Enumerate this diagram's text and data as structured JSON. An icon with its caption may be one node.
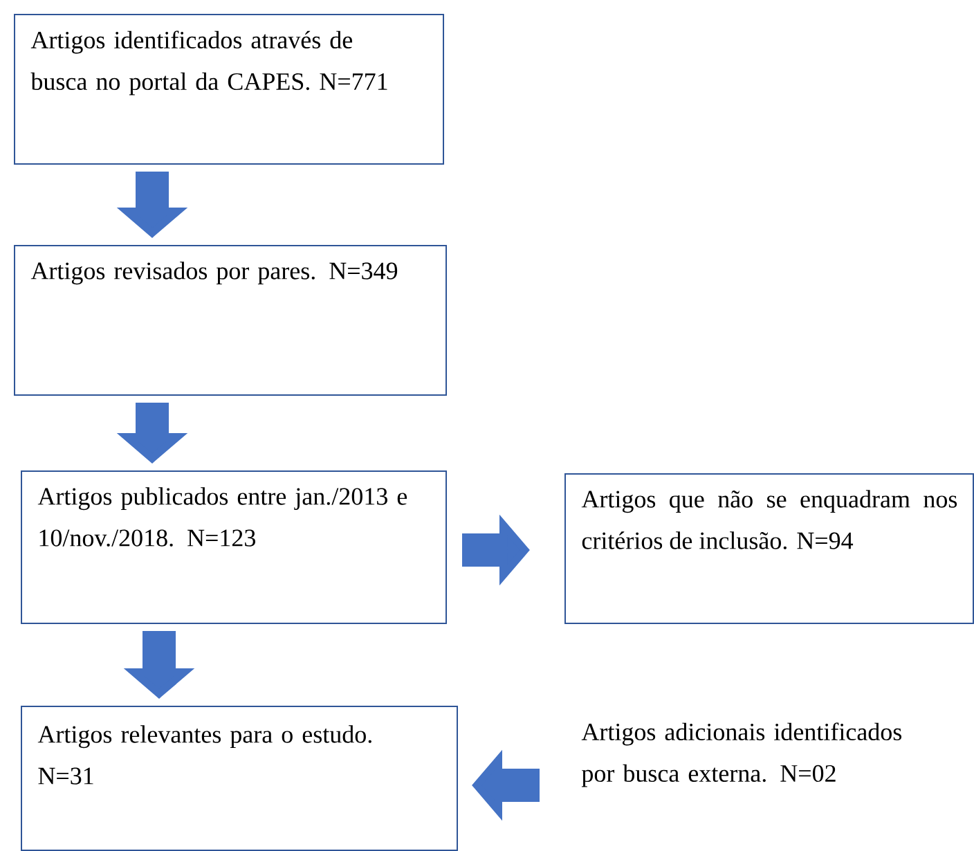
{
  "diagram": {
    "nodes": [
      {
        "text": [
          "Artigos identificados através de busca no portal da CAPES. N=771"
        ]
      },
      {
        "text": [
          "Artigos revisados por pares. N=349"
        ]
      },
      {
        "text": [
          "Artigos publicados entre jan./2013 e 10/nov./2018. N=123"
        ]
      },
      {
        "text": [
          "Artigos que não se enquadram nos critérios de inclusão. N=94"
        ]
      },
      {
        "text": [
          "Artigos relevantes para o estudo. N=31"
        ]
      },
      {
        "text": [
          "Artigos adicionais identificados por busca externa. N=02"
        ]
      }
    ],
    "edges": [
      {
        "from": 0,
        "to": 1,
        "arrow": "to"
      },
      {
        "from": 1,
        "to": 2,
        "arrow": "to"
      },
      {
        "from": 2,
        "to": 3,
        "arrow": "to"
      },
      {
        "from": 2,
        "to": 4,
        "arrow": "to"
      },
      {
        "from": 5,
        "to": 4,
        "arrow": "to"
      }
    ]
  }
}
